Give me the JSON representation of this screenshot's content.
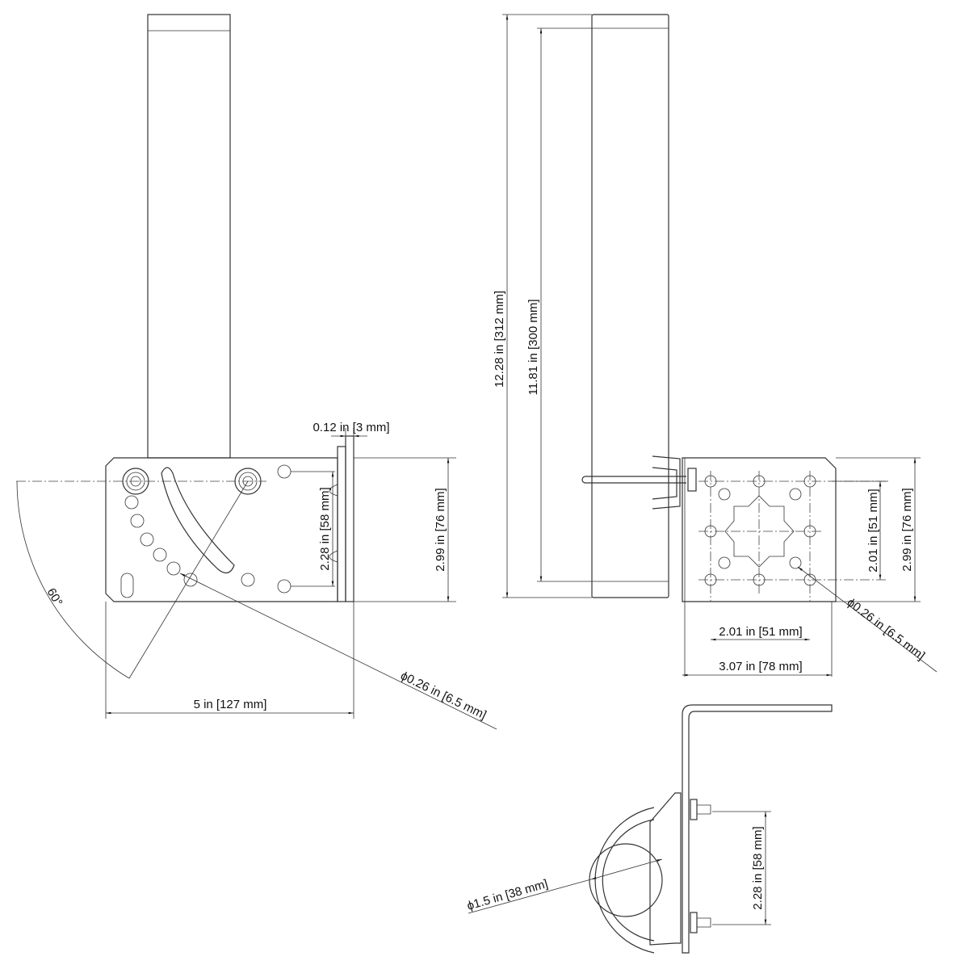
{
  "dimensions": {
    "flange_thickness": "0.12 in [3 mm]",
    "side_hole_spacing": "2.28 in [58 mm]",
    "plate_height_left": "2.99 in [76 mm]",
    "plate_width": "5 in [127 mm]",
    "tilt_angle": "60°",
    "hole_diameter_left": "ϕ0.26 in [6.5 mm]",
    "overall_length": "12.28 in [312 mm]",
    "tube_length": "11.81 in [300 mm]",
    "grid_spacing_vertical": "2.01 in [51 mm]",
    "plate_height_right": "2.99 in [76 mm]",
    "grid_spacing_horizontal": "2.01 in [51 mm]",
    "plate_width_right": "3.07 in [78 mm]",
    "hole_diameter_right": "ϕ0.26 in [6.5 mm]",
    "pipe_diameter": "ϕ1.5 in  [38 mm]",
    "ubolt_spacing": "2.28 in [58 mm]"
  }
}
